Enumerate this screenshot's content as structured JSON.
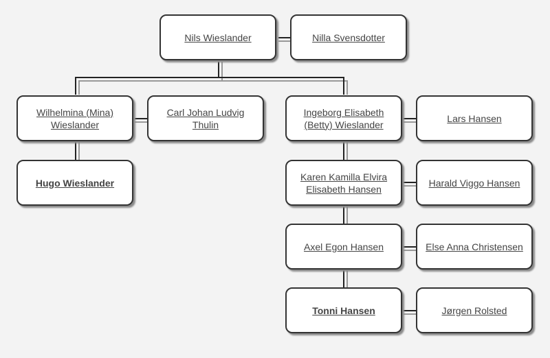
{
  "people": {
    "nils": {
      "name": "Nils Wieslander",
      "bold": false
    },
    "nilla": {
      "name": "Nilla Svensdotter",
      "bold": false
    },
    "wilhelmina": {
      "name": "Wilhelmina (Mina) Wieslander",
      "bold": false
    },
    "carl": {
      "name": "Carl Johan Ludvig Thulin",
      "bold": false
    },
    "ingeborg": {
      "name": "Ingeborg Elisabeth (Betty) Wieslander",
      "bold": false
    },
    "lars": {
      "name": "Lars Hansen",
      "bold": false
    },
    "hugo": {
      "name": "Hugo Wieslander",
      "bold": true
    },
    "karen": {
      "name": "Karen Kamilla Elvira Elisabeth Hansen",
      "bold": false
    },
    "harald": {
      "name": "Harald Viggo Hansen",
      "bold": false
    },
    "axel": {
      "name": "Axel Egon Hansen",
      "bold": false
    },
    "else": {
      "name": "Else Anna Christensen",
      "bold": false
    },
    "tonni": {
      "name": "Tonni Hansen",
      "bold": true
    },
    "jorgen": {
      "name": "Jørgen Rolsted",
      "bold": false
    }
  }
}
